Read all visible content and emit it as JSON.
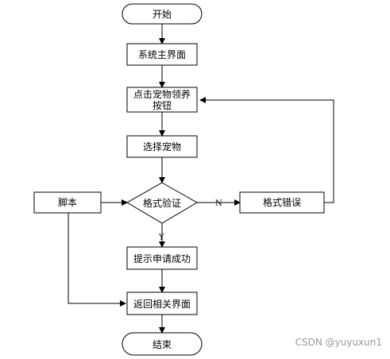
{
  "nodes": {
    "start": "开始",
    "main_ui": "系统主界面",
    "click_line1": "点击宠物领养",
    "click_line2": "按钮",
    "select_pet": "选择宠物",
    "validate": "格式验证",
    "script": "脚本",
    "format_error": "格式错误",
    "apply_success": "提示申请成功",
    "return_ui": "返回相关界面",
    "end": "结束"
  },
  "edges": {
    "no": "N",
    "yes": "Y"
  },
  "watermark": "CSDN @yuyuxun1"
}
